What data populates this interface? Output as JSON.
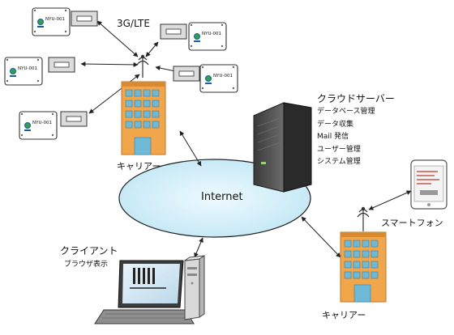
{
  "network": {
    "cell_label": "3G/LTE",
    "device_label": "NYU-001",
    "internet_label": "Internet",
    "carrier_left": "キャリアー",
    "carrier_right": "キャリアー",
    "cloud_server": {
      "title": "クラウドサーバー",
      "services": [
        "データベース管理",
        "データ収集",
        "Mail 発信",
        "ユーザー管理",
        "システム管理"
      ]
    },
    "smartphone": "スマートフォン",
    "client": {
      "title": "クライアント",
      "subtitle": "ブラウザ表示"
    }
  }
}
